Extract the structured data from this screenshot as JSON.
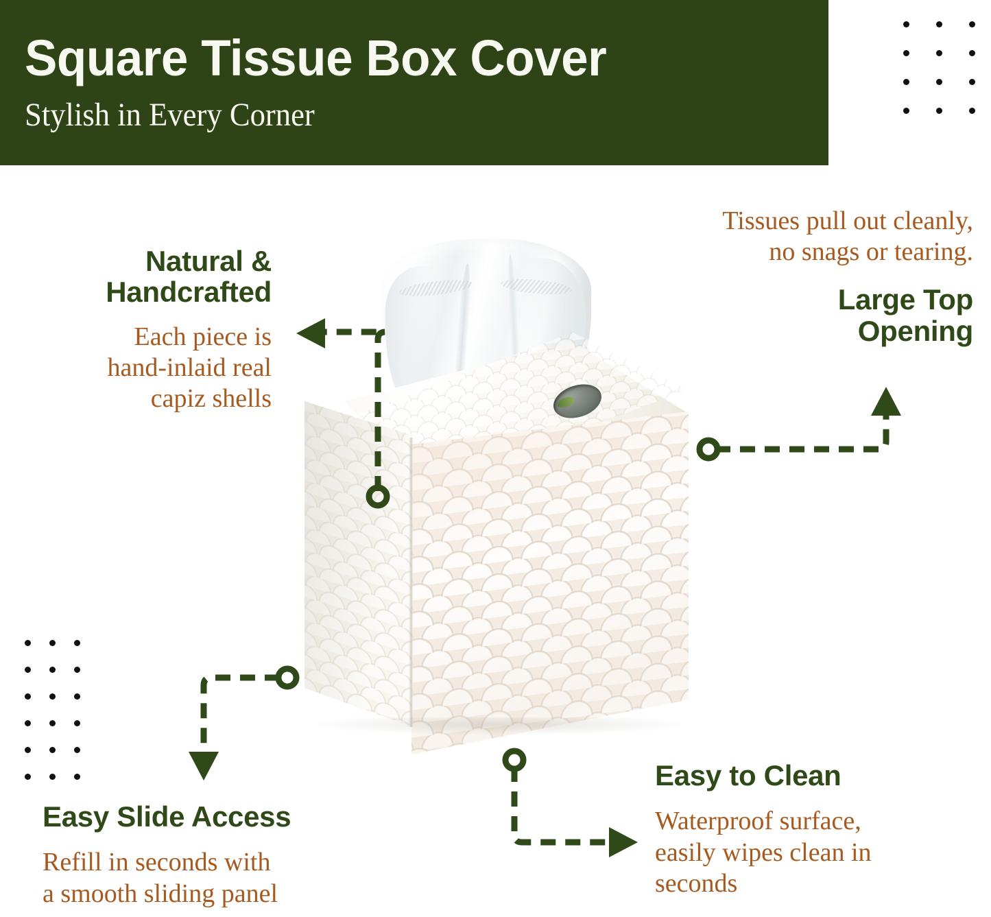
{
  "header": {
    "title": "Square Tissue Box Cover",
    "subtitle": "Stylish in Every Corner",
    "background_color": "#2E4417",
    "text_color": "#F7F8F0"
  },
  "colors": {
    "green": "#2F4A18",
    "brown": "#A65A1F",
    "dot": "#111111",
    "background": "#FFFFFF"
  },
  "decor": {
    "dot_grid_top_right": {
      "columns": 3,
      "rows": 4
    },
    "dot_grid_bottom_left": {
      "columns": 3,
      "rows": 6
    }
  },
  "callouts": [
    {
      "id": "natural-handcrafted",
      "title": "Natural &\nHandcrafted",
      "title_line_1": "Natural &",
      "title_line_2": "Handcrafted",
      "body": "Each piece is hand-inlaid real capiz shells",
      "body_line_1": "Each piece is",
      "body_line_2": "hand-inlaid real",
      "body_line_3": "capiz shells",
      "align": "right"
    },
    {
      "id": "large-top-opening",
      "title": "Large Top Opening",
      "title_line_1": "Large Top",
      "title_line_2": "Opening",
      "body": "Tissues pull out cleanly, no snags or tearing.",
      "body_line_1": "Tissues pull out cleanly,",
      "body_line_2": "no snags or tearing.",
      "align": "right"
    },
    {
      "id": "easy-slide-access",
      "title": "Easy Slide Access",
      "body": "Refill in seconds with a smooth sliding panel",
      "body_line_1": "Refill in seconds with",
      "body_line_2": "a smooth sliding panel",
      "align": "left"
    },
    {
      "id": "easy-to-clean",
      "title": "Easy to Clean",
      "body": "Waterproof surface, easily wipes clean in seconds",
      "body_line_1": "Waterproof surface,",
      "body_line_2": "easily wipes clean in",
      "body_line_3": "seconds",
      "align": "left"
    }
  ],
  "connectors": [
    {
      "id": "connector-natural",
      "marker": "circle",
      "arrow": "left",
      "style": "dashed"
    },
    {
      "id": "connector-large-top",
      "marker": "circle",
      "arrow": "up",
      "style": "dashed"
    },
    {
      "id": "connector-slide",
      "marker": "circle",
      "arrow": "down",
      "style": "dashed"
    },
    {
      "id": "connector-clean",
      "marker": "circle",
      "arrow": "right",
      "style": "dashed"
    }
  ],
  "product": {
    "name": "capiz-shell-square-tissue-box-cover",
    "material": "capiz shell",
    "tissue_visible": true
  }
}
